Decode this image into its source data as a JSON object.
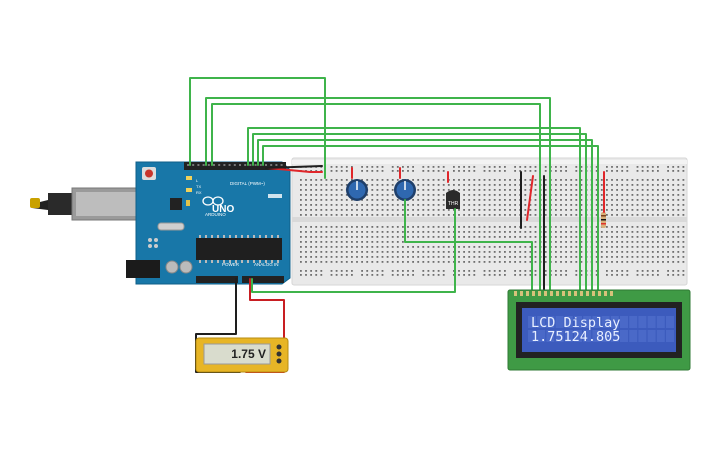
{
  "arduino": {
    "model_label": "UNO",
    "brand_label": "ARDUINO",
    "digital_label": "DIGITAL (PWM~)",
    "power_label": "POWER",
    "analog_label": "ANALOG IN",
    "tx_label": "TX",
    "rx_label": "RX",
    "l_label": "L"
  },
  "thermistor": {
    "label": "THR"
  },
  "voltmeter": {
    "reading": "1.75 V"
  },
  "lcd": {
    "line1": "LCD Display",
    "line2": "1.75124.805"
  },
  "colors": {
    "wire_green": "#3fb44b",
    "wire_red": "#e0262a",
    "wire_black": "#1e1e1e",
    "arduino_blue": "#1877a8",
    "breadboard": "#e9e9e9",
    "lcd_screen": "#3c5bbd",
    "lcd_board": "#3f9a45",
    "voltmeter_body": "#e7b526"
  }
}
